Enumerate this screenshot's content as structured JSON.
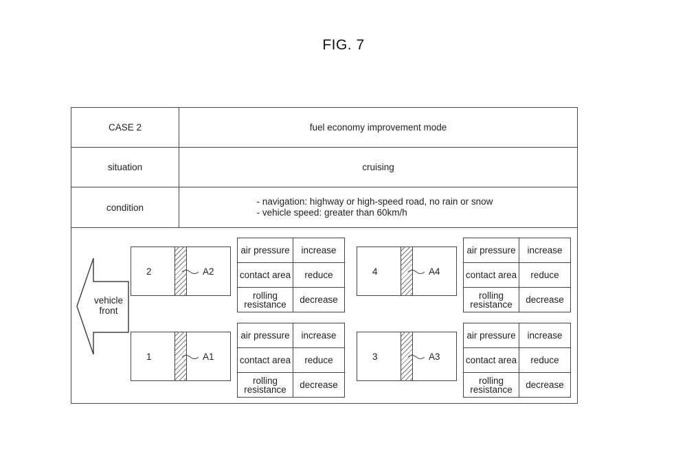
{
  "figure_title": "FIG. 7",
  "header": {
    "label": "CASE 2",
    "value": "fuel economy improvement mode"
  },
  "situation": {
    "label": "situation",
    "value": "cruising"
  },
  "condition": {
    "label": "condition",
    "lines": [
      "- navigation: highway or high-speed road, no rain or snow",
      "- vehicle speed: greater than 60km/h"
    ]
  },
  "direction": {
    "line1": "vehicle",
    "line2": "front"
  },
  "tires": [
    {
      "number": "2",
      "area_label": "A2"
    },
    {
      "number": "4",
      "area_label": "A4"
    },
    {
      "number": "1",
      "area_label": "A1"
    },
    {
      "number": "3",
      "area_label": "A3"
    }
  ],
  "effects": [
    {
      "key_line1": "air pressure",
      "key_line2": "",
      "value": "increase"
    },
    {
      "key_line1": "contact area",
      "key_line2": "",
      "value": "reduce"
    },
    {
      "key_line1": "rolling",
      "key_line2": "resistance",
      "value": "decrease"
    }
  ]
}
